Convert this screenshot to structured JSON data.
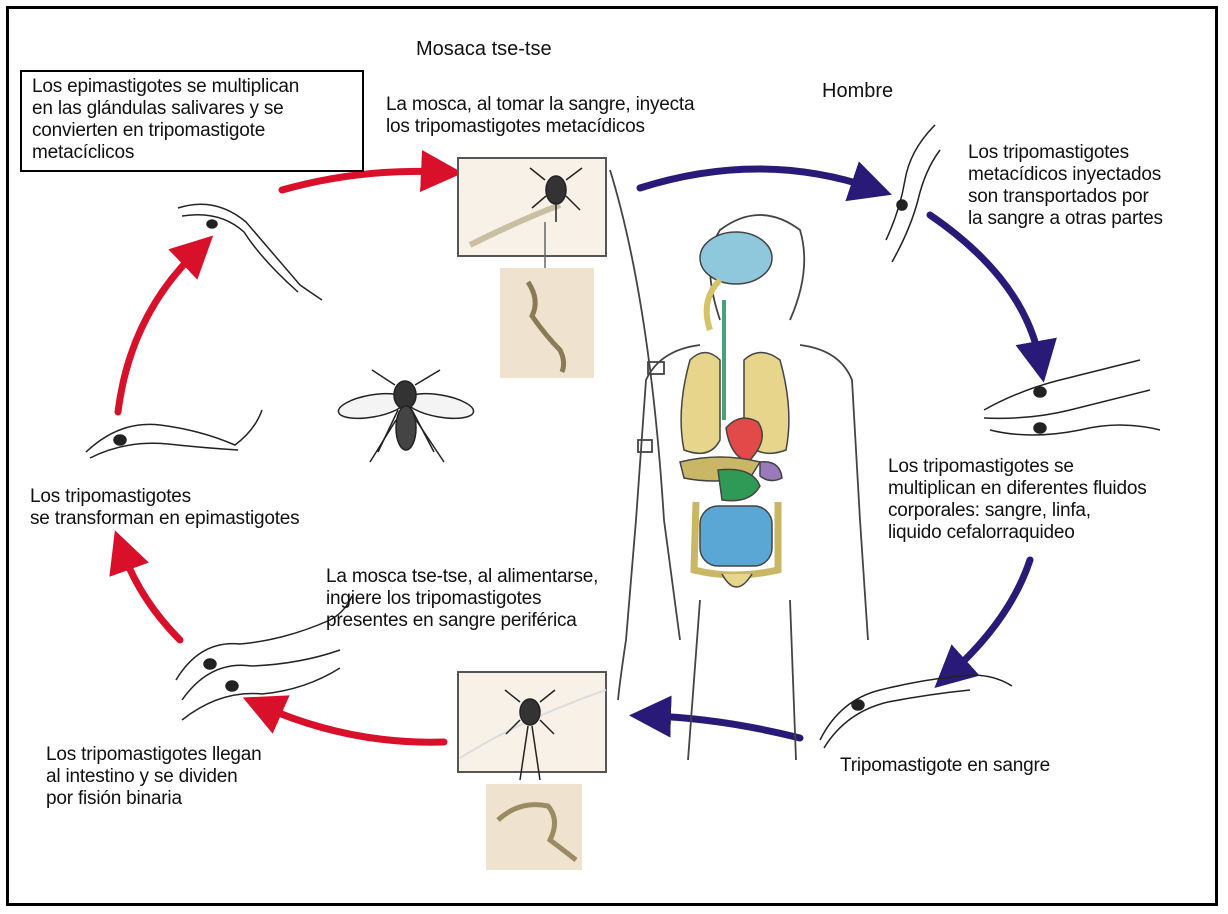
{
  "headers": {
    "fly_side": "Mosaca tse-tse",
    "human_side": "Hombre"
  },
  "labels": {
    "epimastigotes_multiply": "Los epimastigotes se multiplican\nen las glándulas salivares y se\nconvierten en tripomastigote\nmetacíclicos",
    "fly_injects": "La mosca, al tomar la sangre, inyecta\nlos tripomastigotes metacídicos",
    "metacyclic_transported": "Los tripomastigotes\nmetacídicos inyectados\nson transportados por\nla sangre a otras partes",
    "trypo_multiply": "Los tripomastigotes se\nmultiplican en diferentes fluidos\ncorporales: sangre, linfa,\nliquido cefalorraquideo",
    "trypo_in_blood": "Tripomastigote en sangre",
    "fly_ingests": "La mosca tse-tse, al alimentarse,\ningiere los tripomastigotes\npresentes en sangre periférica",
    "reach_intestine": "Los tripomastigotes llegan\nal intestino y se dividen\npor fisión binaria",
    "transform_epimastigotes": "Los tripomastigotes\nse transforman en epimastigotes"
  },
  "colors": {
    "fly_cycle_arrow": "#d8102a",
    "human_cycle_arrow": "#2a1a78",
    "brain": "#8fc7dc",
    "lungs": "#e6d58a",
    "heart": "#e24a4a",
    "stomach": "#2f9a55",
    "intestine": "#5aa7d6",
    "panel_bg": "#efe3d0"
  }
}
